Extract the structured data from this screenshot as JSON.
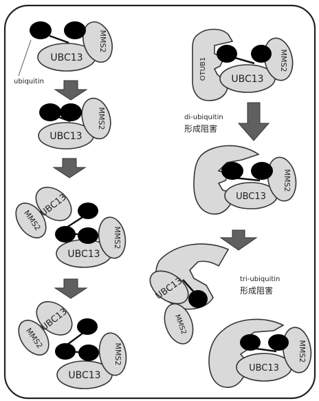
{
  "labels": {
    "ubc13": "UBC13",
    "mms2": "MMS2",
    "otub1": "OTUB1",
    "ubiquitin": "ubiquitin",
    "di_ubiquitin": "di-ubiquitin",
    "tri_ubiquitin": "tri-ubiquitin",
    "inhibition": "形成阻害"
  },
  "colors": {
    "protein_fill": "#d9d9d9",
    "outline": "#333333",
    "ubiquitin_fill": "#000000",
    "arrow_fill": "#606060",
    "frame": "#222222"
  }
}
